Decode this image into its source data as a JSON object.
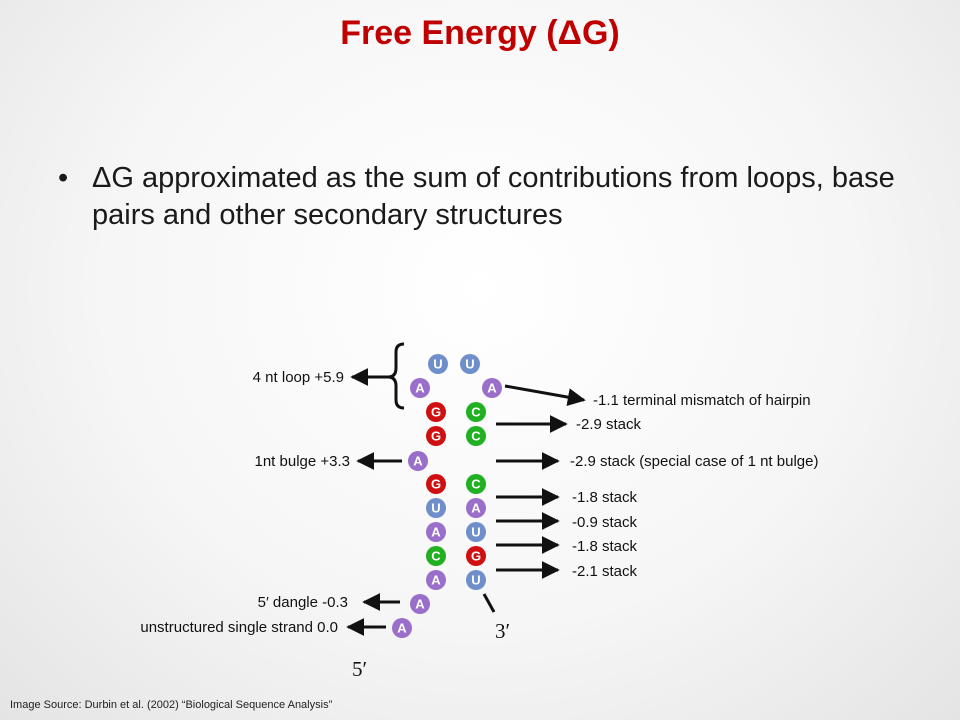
{
  "slide": {
    "title": "Free Energy (ΔG)",
    "bullet_marker": "•",
    "bullet": "ΔG approximated as the sum of contributions from loops, base pairs and other secondary structures",
    "source": "Image Source: Durbin et al. (2002) “Biological Sequence Analysis”"
  },
  "diagram": {
    "colors": {
      "A": "#9a6fc9",
      "U": "#6f8fca",
      "G": "#d01010",
      "C": "#22b022",
      "arrow": "#111111"
    },
    "nucleotides": [
      {
        "id": "loop-u1",
        "base": "U"
      },
      {
        "id": "loop-u2",
        "base": "U"
      },
      {
        "id": "loop-a1",
        "base": "A"
      },
      {
        "id": "loop-a2",
        "base": "A"
      },
      {
        "id": "pair1-left",
        "base": "G"
      },
      {
        "id": "pair1-right",
        "base": "C"
      },
      {
        "id": "pair2-left",
        "base": "G"
      },
      {
        "id": "pair2-right",
        "base": "C"
      },
      {
        "id": "bulge",
        "base": "A"
      },
      {
        "id": "pair3-left",
        "base": "G"
      },
      {
        "id": "pair3-right",
        "base": "C"
      },
      {
        "id": "pair4-left",
        "base": "U"
      },
      {
        "id": "pair4-right",
        "base": "A"
      },
      {
        "id": "pair5-left",
        "base": "A"
      },
      {
        "id": "pair5-right",
        "base": "U"
      },
      {
        "id": "pair6-left",
        "base": "C"
      },
      {
        "id": "pair6-right",
        "base": "G"
      },
      {
        "id": "pair7-left",
        "base": "A"
      },
      {
        "id": "pair7-right",
        "base": "U"
      },
      {
        "id": "dangle",
        "base": "A"
      },
      {
        "id": "single-strand",
        "base": "A"
      }
    ],
    "labels": {
      "loop": "4 nt loop +5.9",
      "terminal_mismatch": "-1.1 terminal mismatch of hairpin",
      "stack1": "-2.9 stack",
      "bulge": "1nt bulge +3.3",
      "bulge_stack": "-2.9 stack (special case of 1 nt bulge)",
      "stack2": "-1.8 stack",
      "stack3": "-0.9 stack",
      "stack4": "-1.8 stack",
      "stack5": "-2.1 stack",
      "dangle": "5′ dangle -0.3",
      "single_strand": "unstructured single strand 0.0",
      "end3": "3′",
      "end5": "5′"
    }
  }
}
